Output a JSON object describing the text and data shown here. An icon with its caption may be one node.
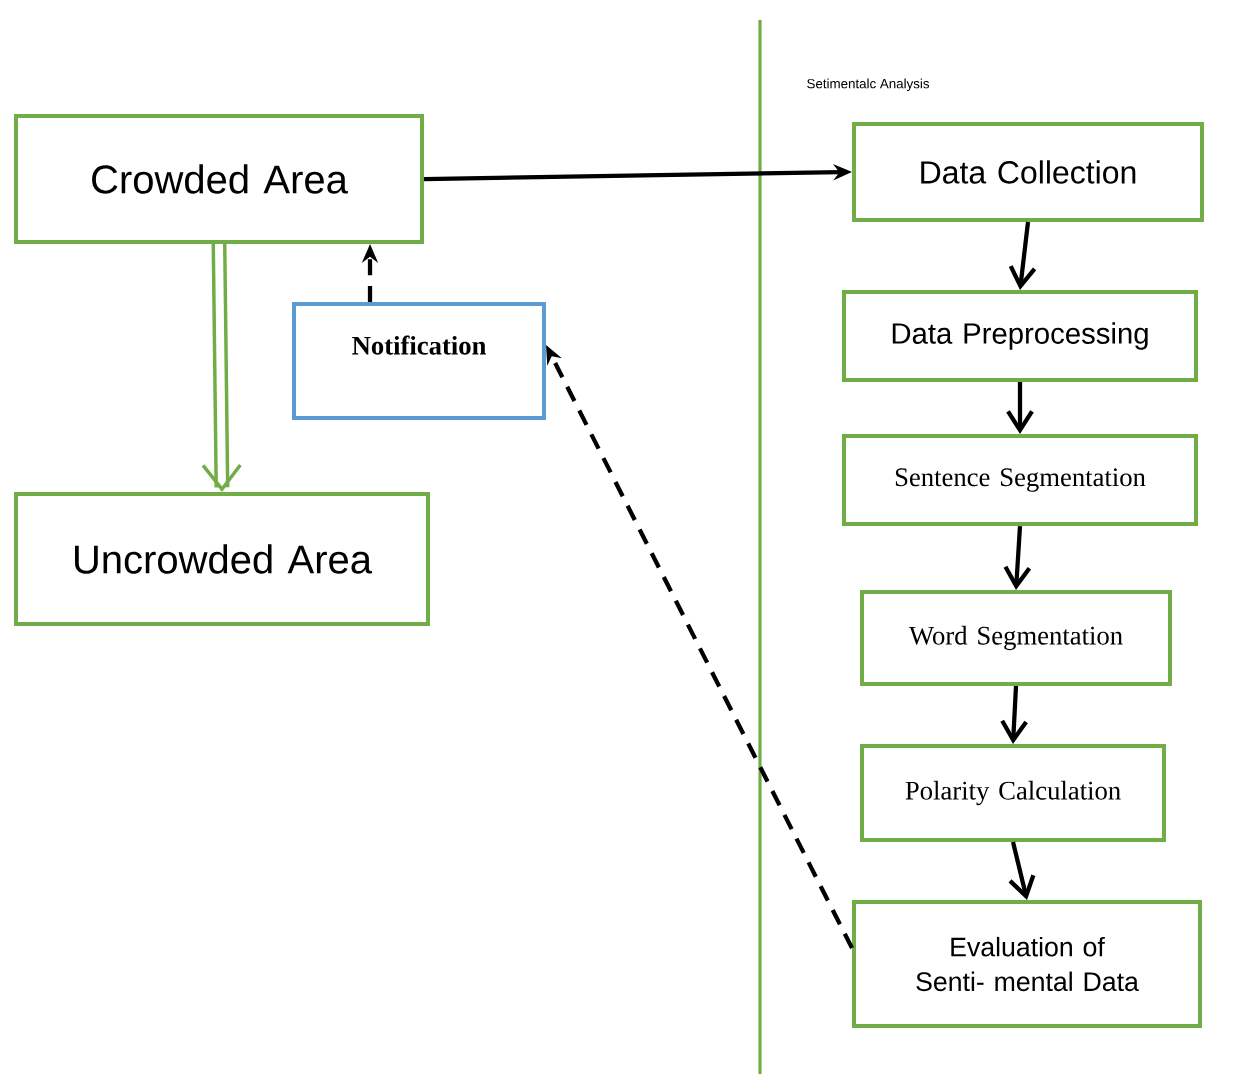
{
  "diagram": {
    "nodes": [
      {
        "text": [
          "Crowded Area"
        ]
      },
      {
        "text": [
          "Notification"
        ]
      },
      {
        "text": [
          "Uncrowded Area"
        ]
      },
      {
        "text": [
          "Data Collection"
        ]
      },
      {
        "text": [
          "Data Preprocessing"
        ]
      },
      {
        "text": [
          "Sentence Segmentation"
        ]
      },
      {
        "text": [
          "Word Segmentation"
        ]
      },
      {
        "text": [
          "Polarity Calculation"
        ]
      },
      {
        "text": [
          "Evaluation of Senti- mental Data"
        ]
      }
    ],
    "edges": [
      {
        "from": 0,
        "to": 2,
        "arrow": "to",
        "style": "thick",
        "color": "#70ad47"
      },
      {
        "from": 0,
        "to": 3,
        "arrow": "to"
      },
      {
        "from": 1,
        "to": 0,
        "arrow": "to",
        "style": "dashed"
      },
      {
        "from": 3,
        "to": 4,
        "arrow": "to"
      },
      {
        "from": 4,
        "to": 5,
        "arrow": "to"
      },
      {
        "from": 5,
        "to": 6,
        "arrow": "to"
      },
      {
        "from": 6,
        "to": 7,
        "arrow": "to"
      },
      {
        "from": 7,
        "to": 8,
        "arrow": "to"
      },
      {
        "from": 8,
        "to": 1,
        "arrow": "to",
        "style": "dashed"
      }
    ],
    "labels": [
      "Setimentalc Analysis"
    ]
  }
}
